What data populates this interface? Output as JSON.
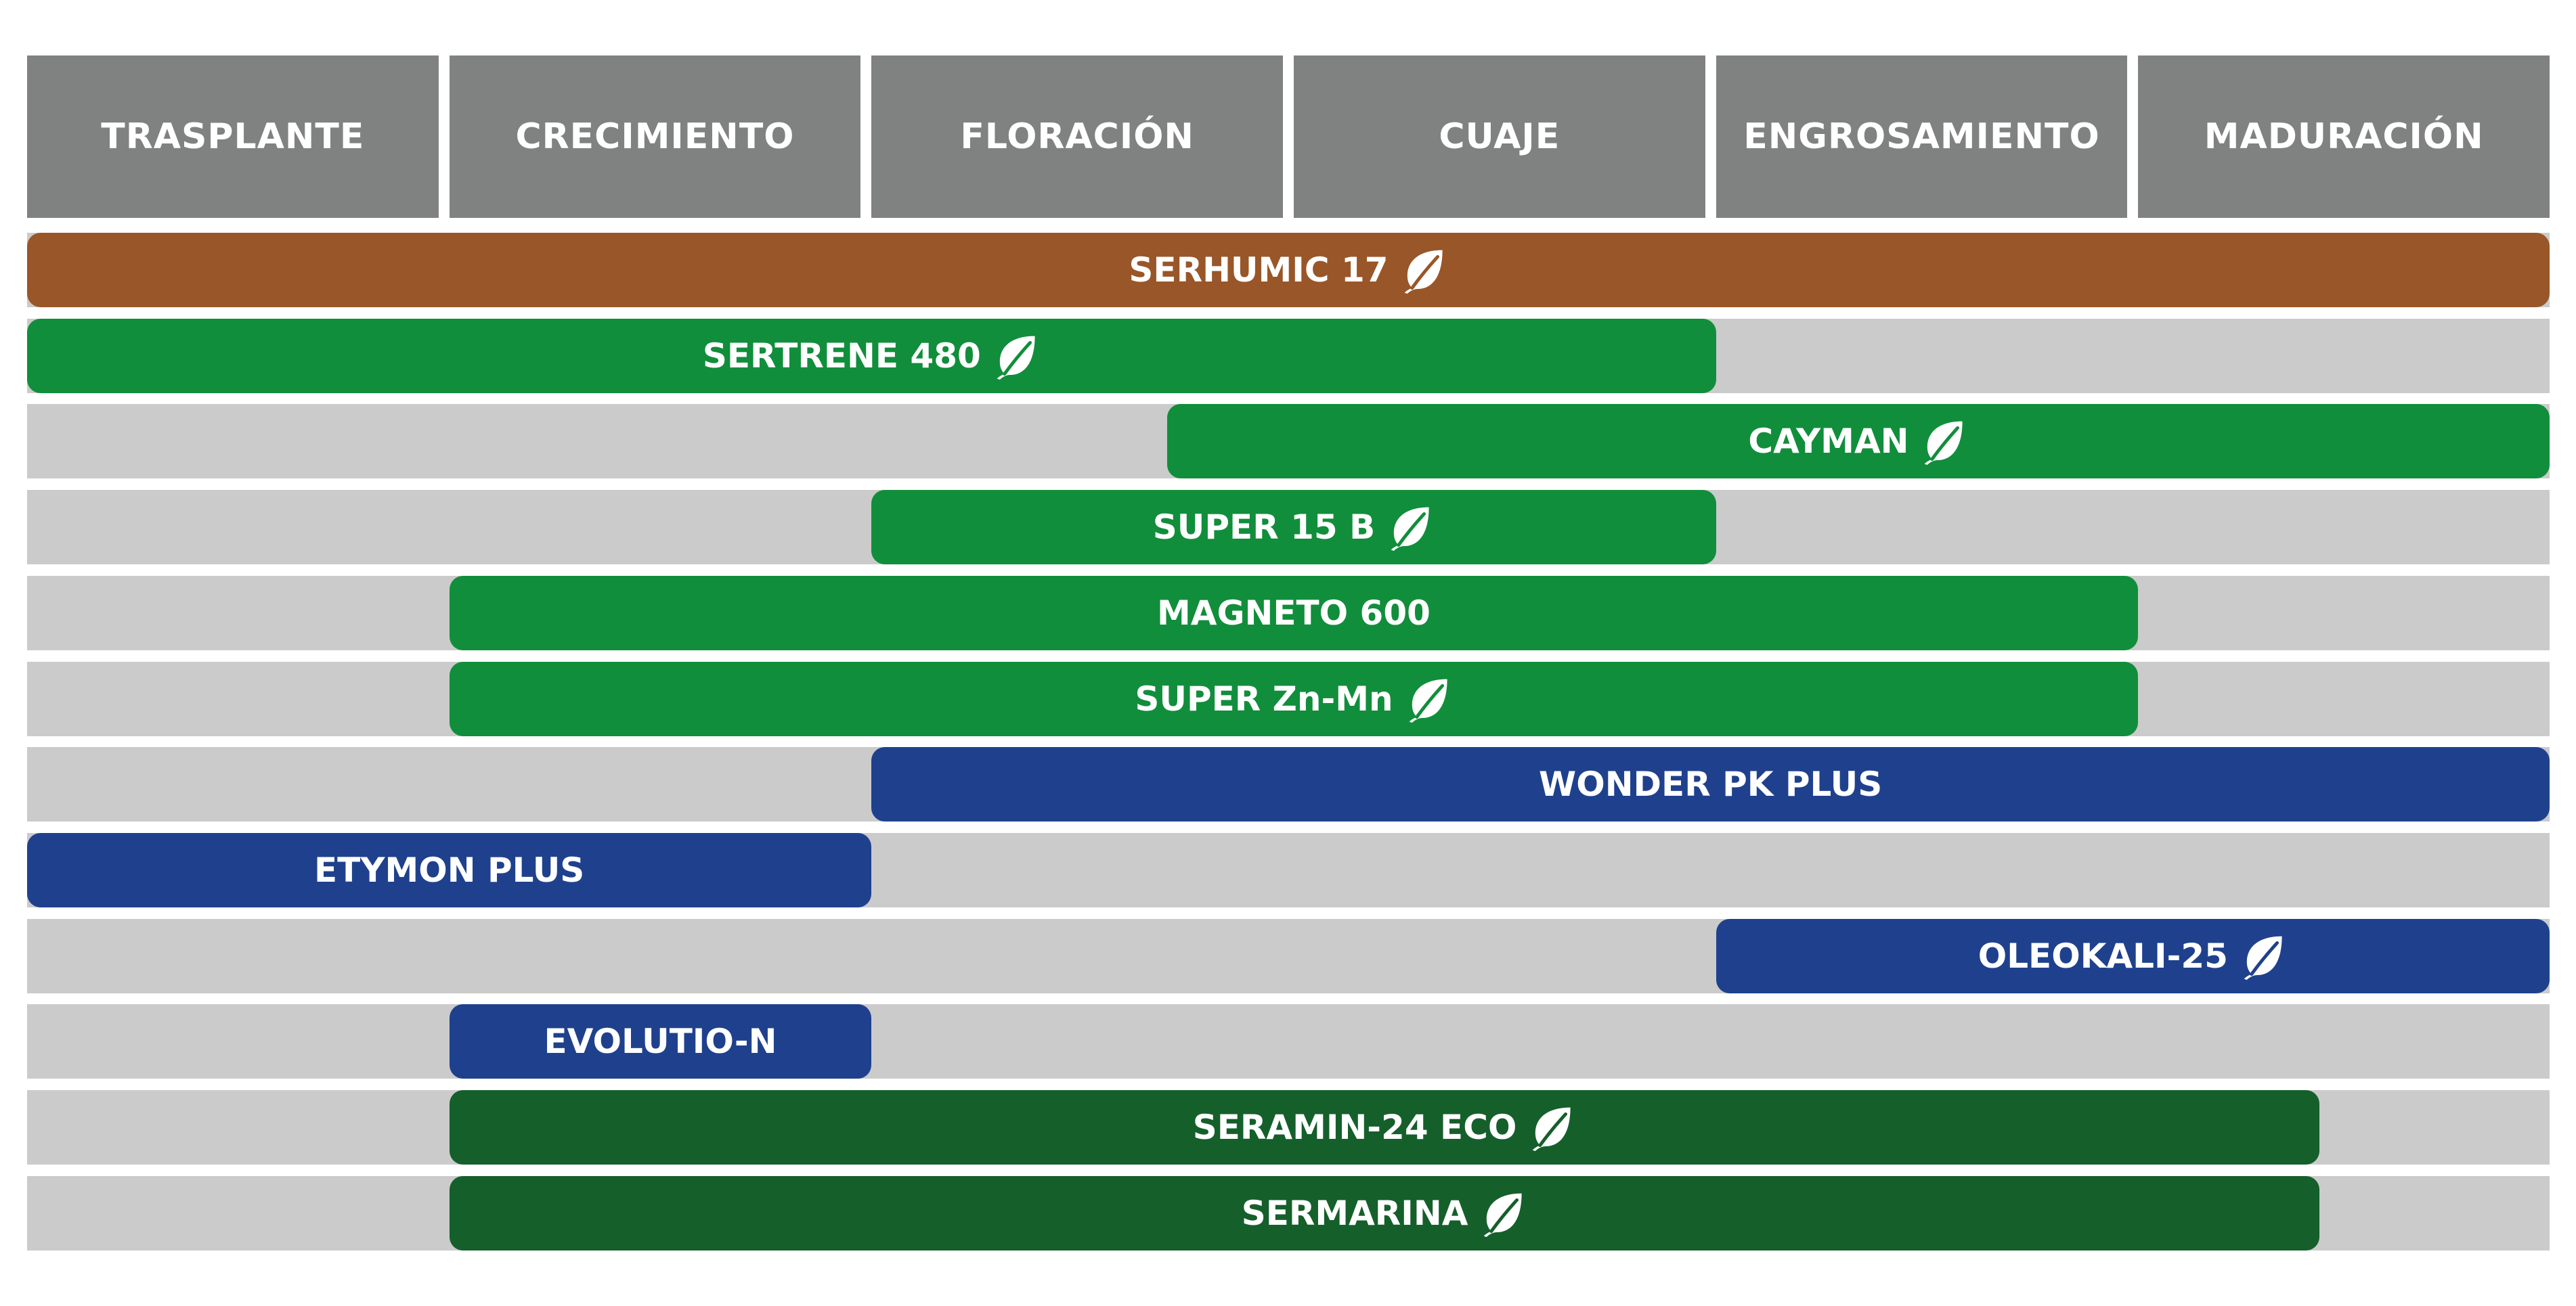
{
  "stages": [
    "TRASPLANTE",
    "CRECIMIENTO",
    "FLORACIÓN",
    "CUAJE",
    "ENGROSAMIENTO",
    "MADURACIÓN"
  ],
  "colors": {
    "header": "#808281",
    "track": "#cbcbcb",
    "brown": "#995628",
    "green": "#118e3b",
    "blue": "#1f418d",
    "dark_green": "#155f2b"
  },
  "products": [
    {
      "name": "SERHUMIC 17",
      "leaf_icon": "leaf-icon",
      "eco": true,
      "color": "#995628",
      "start": 0,
      "end": 6
    },
    {
      "name": "SERTRENE 480",
      "leaf_icon": "leaf-icon",
      "eco": true,
      "color": "#118e3b",
      "start": 0,
      "end": 4
    },
    {
      "name": "CAYMAN",
      "leaf_icon": "leaf-icon",
      "eco": true,
      "color": "#118e3b",
      "start": 2.7,
      "end": 6
    },
    {
      "name": "SUPER 15 B",
      "leaf_icon": "leaf-icon",
      "eco": true,
      "color": "#118e3b",
      "start": 2,
      "end": 4
    },
    {
      "name": "MAGNETO 600",
      "leaf_icon": "",
      "eco": false,
      "color": "#118e3b",
      "start": 1,
      "end": 5
    },
    {
      "name": "SUPER Zn-Mn",
      "leaf_icon": "leaf-icon",
      "eco": true,
      "color": "#118e3b",
      "start": 1,
      "end": 5
    },
    {
      "name": "WONDER PK PLUS",
      "leaf_icon": "",
      "eco": false,
      "color": "#1f418d",
      "start": 2,
      "end": 6
    },
    {
      "name": "ETYMON PLUS",
      "leaf_icon": "",
      "eco": false,
      "color": "#1f418d",
      "start": 0,
      "end": 2
    },
    {
      "name": "OLEOKALI-25",
      "leaf_icon": "leaf-icon",
      "eco": true,
      "color": "#1f418d",
      "start": 4,
      "end": 6
    },
    {
      "name": "EVOLUTIO-N",
      "leaf_icon": "",
      "eco": false,
      "color": "#1f418d",
      "start": 1,
      "end": 2
    },
    {
      "name": "SERAMIN-24 ECO",
      "leaf_icon": "leaf-icon",
      "eco": true,
      "color": "#155f2b",
      "start": 1,
      "end": 5.43
    },
    {
      "name": "SERMARINA",
      "leaf_icon": "leaf-icon",
      "eco": true,
      "color": "#155f2b",
      "start": 1,
      "end": 5.43
    }
  ]
}
